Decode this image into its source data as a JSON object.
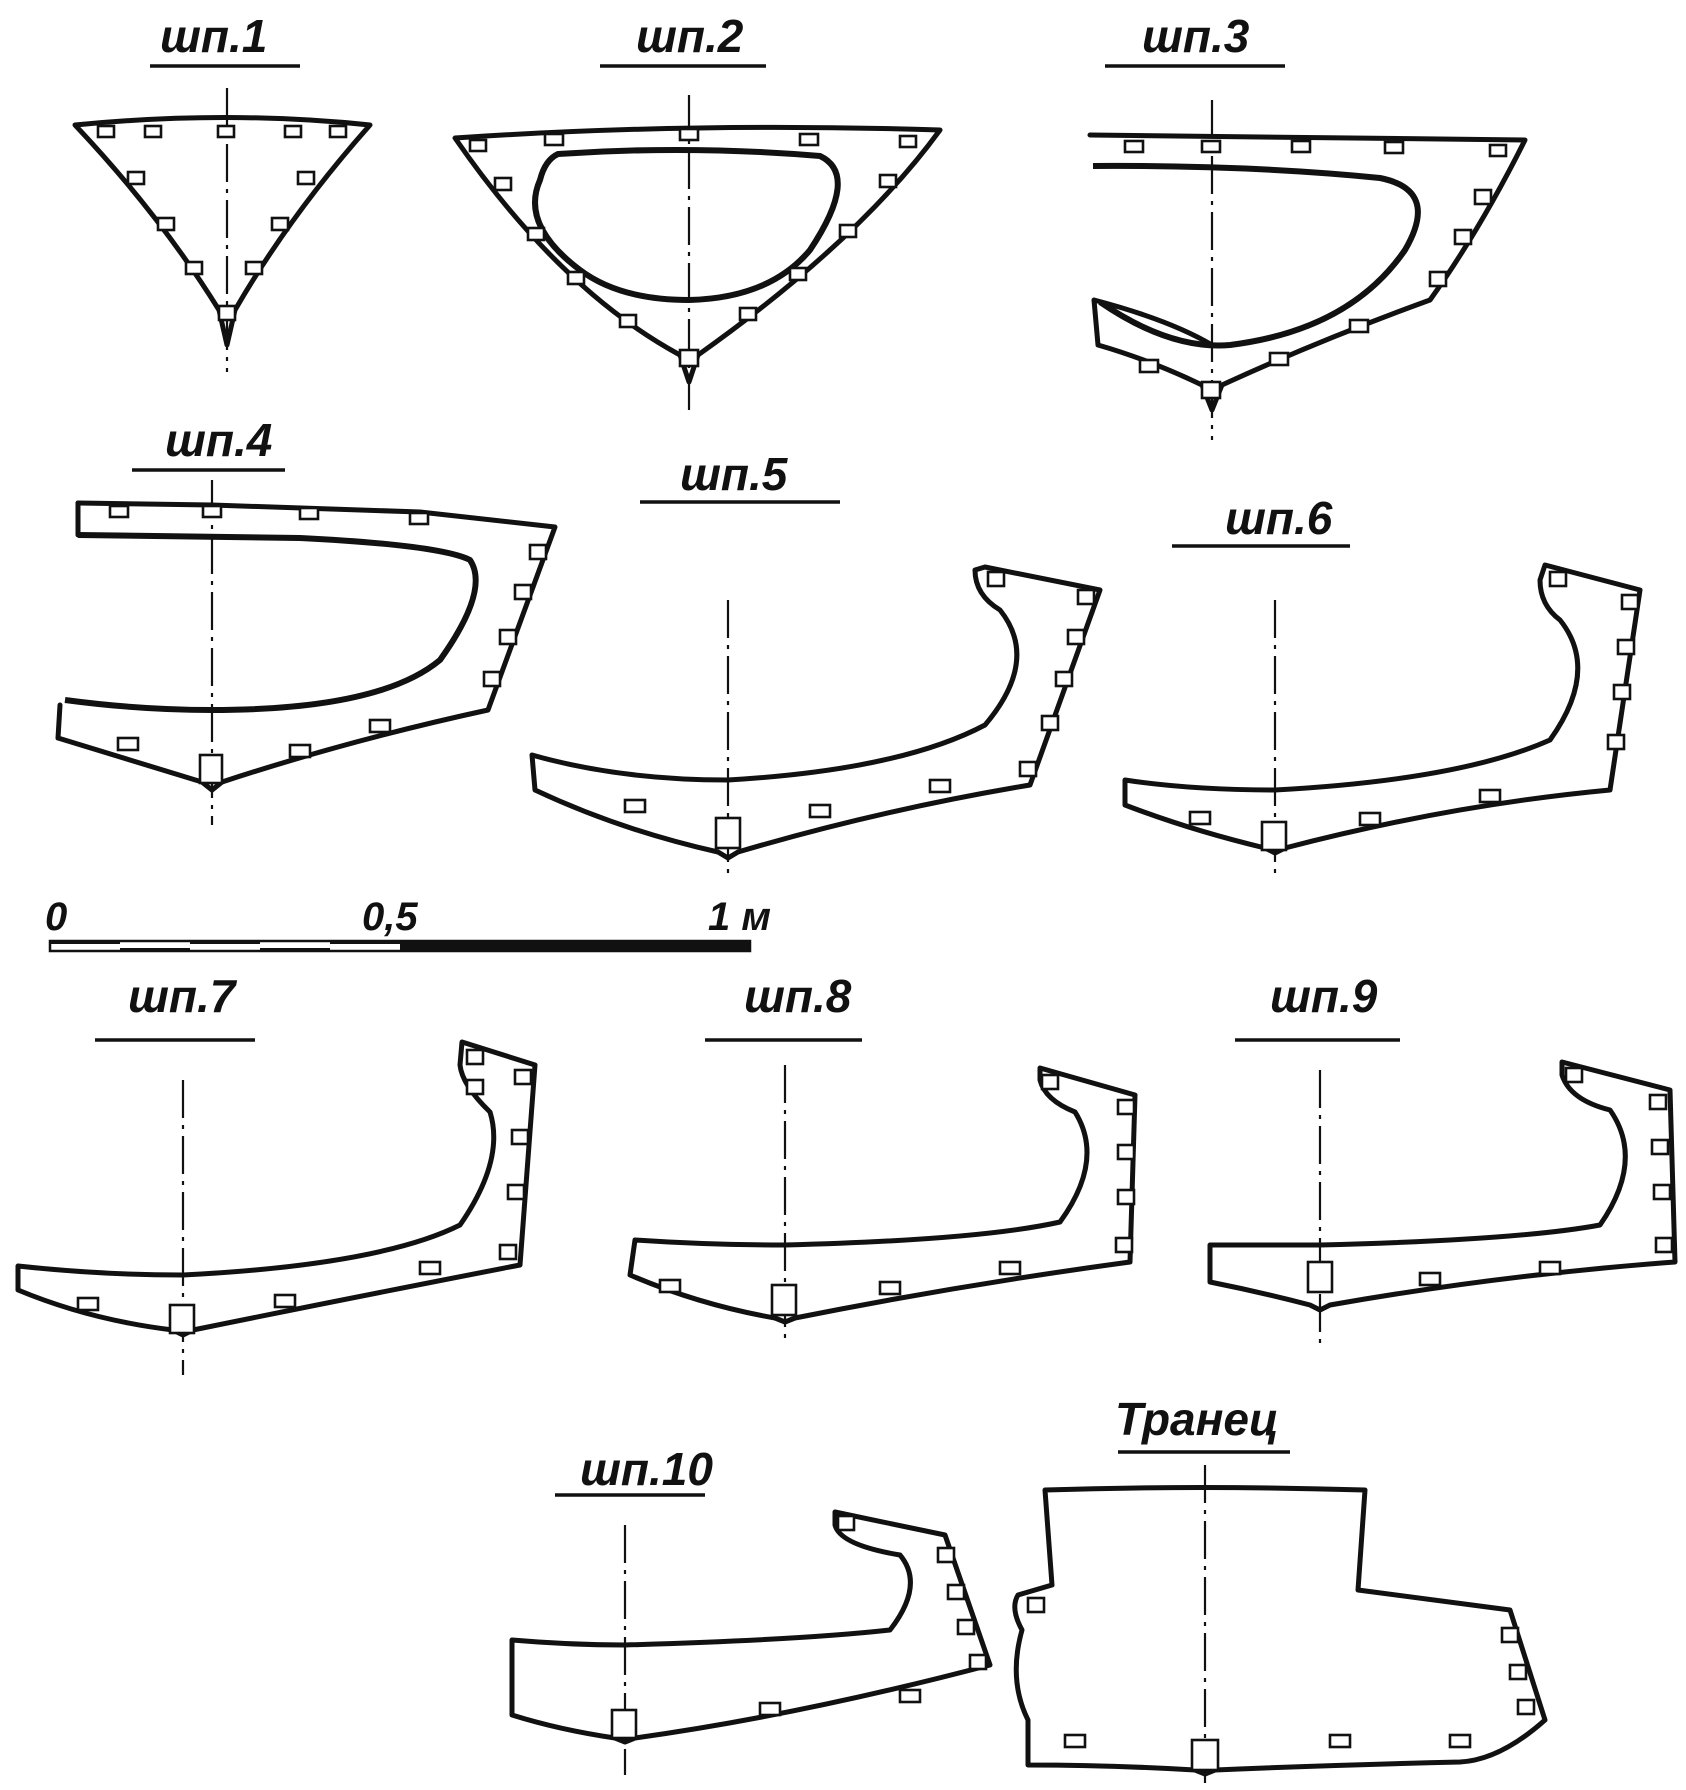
{
  "frames": {
    "f1": "шп.1",
    "f2": "шп.2",
    "f3": "шп.3",
    "f4": "шп.4",
    "f5": "шп.5",
    "f6": "шп.6",
    "f7": "шп.7",
    "f8": "шп.8",
    "f9": "шп.9",
    "f10": "шп.10",
    "transom": "Транец"
  },
  "scale": {
    "zero": "0",
    "half": "0,5",
    "one": "1 м"
  }
}
